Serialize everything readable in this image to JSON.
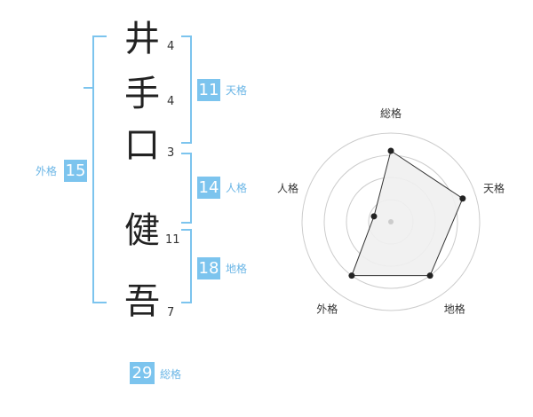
{
  "name": {
    "characters": [
      {
        "char": "井",
        "strokes": "4"
      },
      {
        "char": "手",
        "strokes": "4"
      },
      {
        "char": "口",
        "strokes": "3"
      },
      {
        "char": "健",
        "strokes": "11"
      },
      {
        "char": "吾",
        "strokes": "7"
      }
    ]
  },
  "fortunes": {
    "tenkaku": {
      "value": "11",
      "label": "天格"
    },
    "jinkaku": {
      "value": "14",
      "label": "人格"
    },
    "chikaku": {
      "value": "18",
      "label": "地格"
    },
    "gaikaku": {
      "value": "15",
      "label": "外格"
    },
    "soukaku": {
      "value": "29",
      "label": "総格"
    }
  },
  "radar": {
    "axes": [
      "総格",
      "天格",
      "地格",
      "外格",
      "人格"
    ],
    "levels": 4,
    "values": [
      0.8,
      0.85,
      0.75,
      0.75,
      0.2
    ],
    "colors": {
      "grid": "#cccccc",
      "fill": "#efefef",
      "line": "#333333",
      "point": "#222222"
    }
  },
  "colors": {
    "accent": "#7cc4ee",
    "label": "#6bb6e6"
  }
}
